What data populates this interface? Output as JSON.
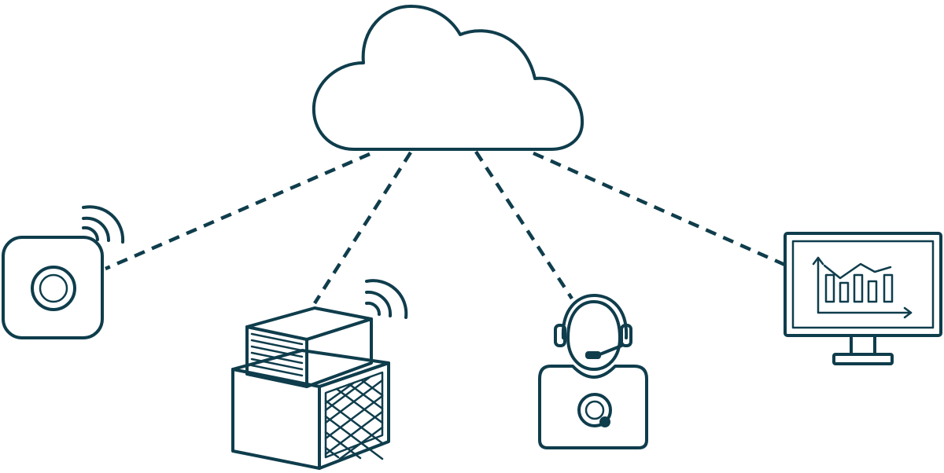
{
  "diagram": {
    "type": "cloud-network",
    "hub": {
      "name": "cloud",
      "icon": "cloud-icon"
    },
    "nodes": [
      {
        "name": "sensor-device",
        "icon": "sensor-icon",
        "connection": "dashed",
        "wireless": true
      },
      {
        "name": "server-hardware",
        "icon": "server-icon",
        "connection": "dashed",
        "wireless": true
      },
      {
        "name": "support-agent",
        "icon": "headset-agent-icon",
        "connection": "dashed",
        "wireless": false
      },
      {
        "name": "monitor-dashboard",
        "icon": "monitor-chart-icon",
        "connection": "dashed",
        "wireless": false
      }
    ],
    "colors": {
      "line": "#0f3d4c",
      "background": "#ffffff"
    }
  }
}
